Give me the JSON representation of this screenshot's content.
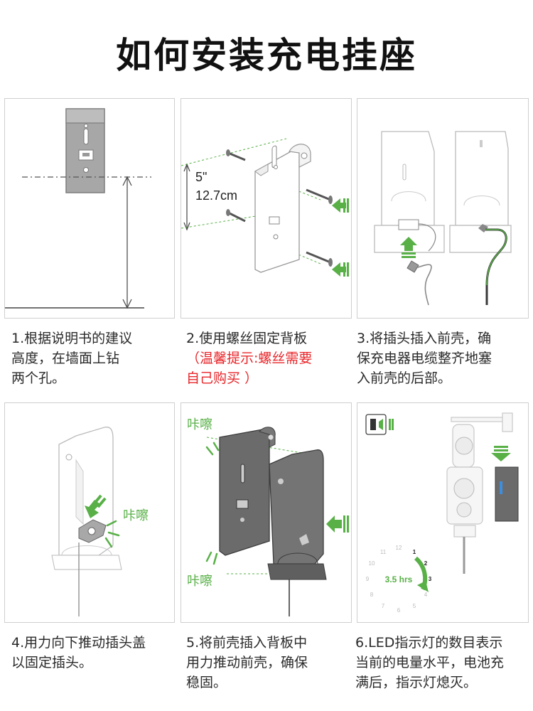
{
  "title": "如何安装充电挂座",
  "steps": [
    {
      "lines": [
        "1.根据说明书的建议",
        "高度，在墙面上钻",
        "两个孔。"
      ]
    },
    {
      "lines": [
        "2.使用螺丝固定背板"
      ],
      "note_lines": [
        "（温馨提示:螺丝需要",
        "自己购买 ）"
      ]
    },
    {
      "lines": [
        "3.将插头插入前壳，确",
        "保充电器电缆整齐地塞",
        "入前壳的后部。"
      ]
    },
    {
      "lines": [
        "4.用力向下推动插头盖",
        "以固定插头。"
      ]
    },
    {
      "lines": [
        "5.将前壳插入背板中",
        "用力推动前壳，确保",
        "稳固。"
      ]
    },
    {
      "lines": [
        "6.LED指示灯的数目表示",
        "当前的电量水平，电池充",
        "满后，指示灯熄灭。"
      ]
    }
  ],
  "panel2": {
    "measure_inch": "5\"",
    "measure_cm": "12.7cm"
  },
  "panel4": {
    "click_label": "咔嚓"
  },
  "panel5": {
    "click_label_top": "咔嚓",
    "click_label_bottom": "咔嚓"
  },
  "panel6": {
    "charge_time": "3.5 hrs",
    "clock_numbers": [
      "12",
      "1",
      "2",
      "3",
      "4",
      "5",
      "6",
      "7",
      "8",
      "9",
      "10",
      "11"
    ]
  },
  "colors": {
    "accent_green": "#58b047",
    "note_red": "#e8262a",
    "metal_gray": "#a6a6a6",
    "outline_gray": "#bdbdbd"
  }
}
